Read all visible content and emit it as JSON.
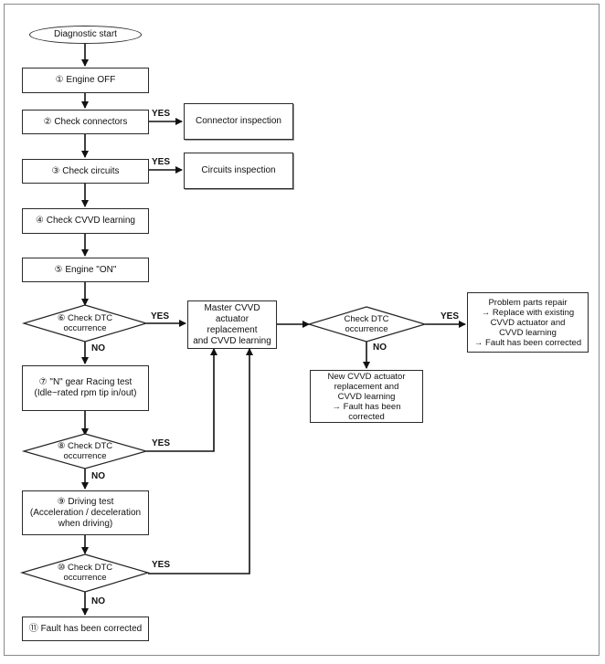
{
  "flowchart": {
    "start": "Diagnostic start",
    "step1": "① Engine OFF",
    "step2": "② Check connectors",
    "connector_inspection": "Connector inspection",
    "step3": "③ Check circuits",
    "circuits_inspection": "Circuits inspection",
    "step4": "④ Check CVVD learning",
    "step5": "⑤ Engine \"ON\"",
    "step6": "⑥ Check DTC\noccurrence",
    "master": "Master CVVD\nactuator replacement\nand CVVD learning",
    "check_right": "Check DTC\noccurrence",
    "problem_parts": "Problem parts repair\n→ Replace with existing\nCVVD actuator and\nCVVD learning\n→ Fault has been corrected",
    "new_cvvd": "New CVVD actuator\nreplacement and\nCVVD learning\n→ Fault has been corrected",
    "step7": "⑦ \"N\" gear Racing test\n(Idle~rated rpm tip in/out)",
    "step8": "⑧ Check DTC\noccurrence",
    "step9": "⑨ Driving test\n(Acceleration / deceleration\nwhen driving)",
    "step10": "⑩ Check DTC\noccurrence",
    "step11": "⑪ Fault has been corrected",
    "yes": "YES",
    "no": "NO"
  }
}
